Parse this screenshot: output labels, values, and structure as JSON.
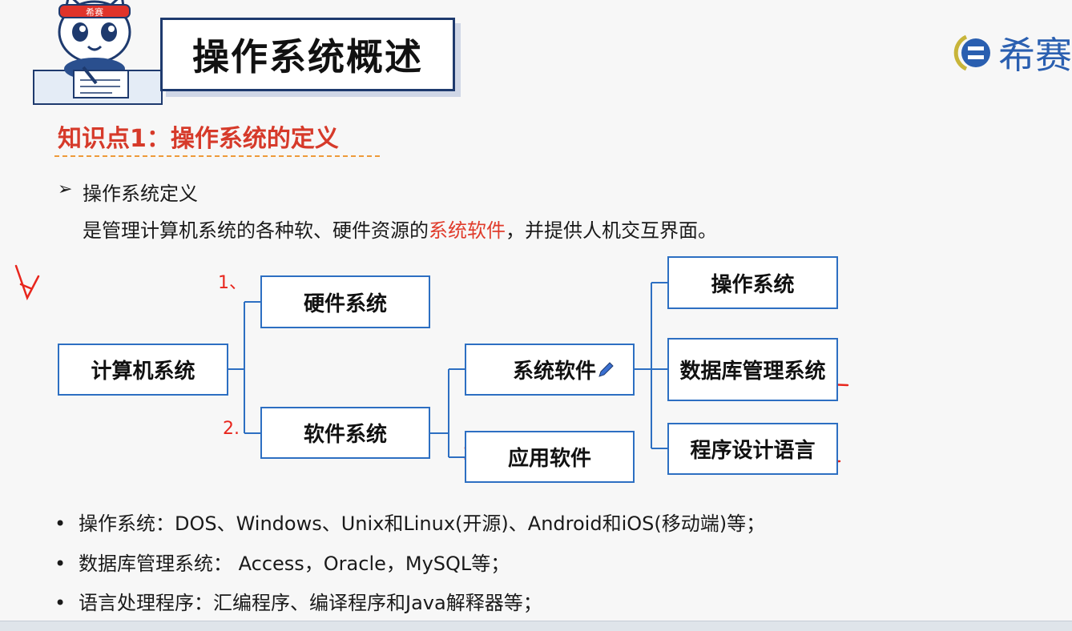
{
  "header": {
    "title": "操作系统概述",
    "mascot_badge": "希赛",
    "logo_text": "希赛"
  },
  "knowledge_point": {
    "title": "知识点1：操作系统的定义"
  },
  "definition": {
    "bullet_symbol": "➢",
    "heading": "操作系统定义",
    "text_before": "是管理计算机系统的各种软、硬件资源的",
    "text_highlight": "系统软件",
    "text_after": "，并提供人机交互界面。"
  },
  "diagram": {
    "root": "计算机系统",
    "hardware": "硬件系统",
    "software": "软件系统",
    "system_software": "系统软件",
    "application_software": "应用软件",
    "os": "操作系统",
    "dbms": "数据库管理系统",
    "lang": "程序设计语言",
    "annotations": {
      "one_a": "1、",
      "two_a": "2.",
      "one_b": "1、",
      "two_b": "2."
    },
    "colors": {
      "box_border": "#2d6fc2",
      "annotation": "#e8261d",
      "highlight": "#e03b2b"
    }
  },
  "bullets": [
    "操作系统：DOS、Windows、Unix和Linux(开源)、Android和iOS(移动端)等；",
    "数据库管理系统： Access，Oracle，MySQL等；",
    "语言处理程序：汇编程序、编译程序和Java解释器等；"
  ],
  "bullet_dot": "•"
}
